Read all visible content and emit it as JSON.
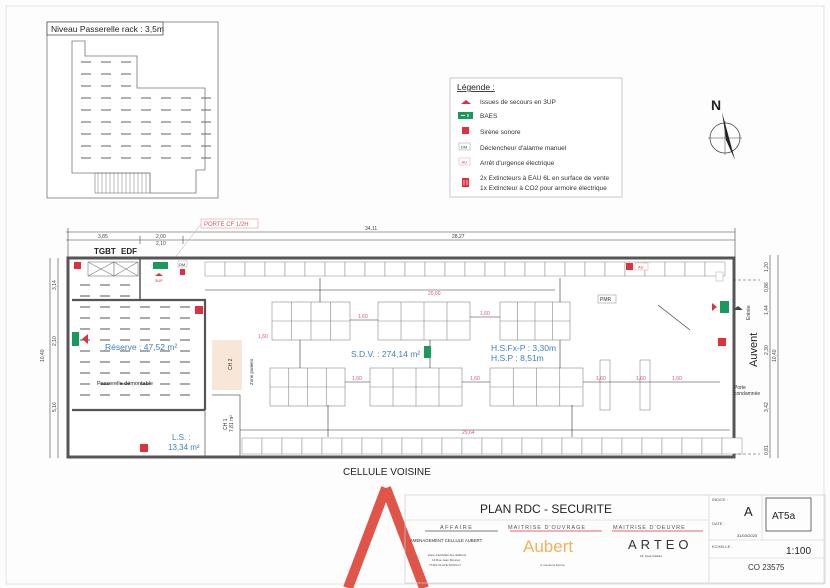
{
  "inset": {
    "title": "Niveau Passerelle rack : 3,5m"
  },
  "legend": {
    "title": "Légende :",
    "items": [
      {
        "icon": "emergency-exit-icon",
        "label": "Issues de secours en 3UP"
      },
      {
        "icon": "baes-icon",
        "label": "BAES"
      },
      {
        "icon": "siren-icon",
        "label": "Sirène sonore"
      },
      {
        "icon": "manual-alarm-icon",
        "icon_text": "DM",
        "label": "Déclencheur d'alarme manuel"
      },
      {
        "icon": "emergency-stop-icon",
        "icon_text": "AU",
        "label": "Arrêt d'urgence électrique"
      },
      {
        "icon": "extinguisher-icon",
        "label": "2x Extincteurs à EAU 6L en surface de vente",
        "label2": "1x Extincteur à CO2 pour armoire électrique"
      }
    ]
  },
  "north": {
    "label": "N"
  },
  "plan": {
    "porte_cf": "PORTE CF 1/2H",
    "tgbt": "TGBT",
    "edf": "EDF",
    "dims": {
      "total": "34,11",
      "left": "3,85",
      "mid_a": "2,00",
      "mid_b": "2,10",
      "main": "28,27",
      "top_aisle": "20,60",
      "bottom_aisle": "29,64",
      "aisle": "1,60",
      "left_h1": "3,14",
      "left_h2": "2,10",
      "left_h3": "5,16",
      "left_total": "10,40",
      "right_1": "1,20",
      "right_2": "0,86",
      "right_3": "1,44",
      "right_4": "2,30",
      "right_5": "3,42",
      "right_6": "0,81",
      "right_total": "10,40"
    },
    "reserve": "Réserve : 47,52 m²",
    "passerelle": "Passerelle démontable",
    "ls_label": "L.S. :",
    "ls_area": "13,34 m²",
    "ch2": "CH 2",
    "ch1": "CH 1",
    "ch1_area": "7,81 m²",
    "zone": "Zone paniers",
    "sdv": "S.D.V. : 274,14 m²",
    "hsfxp": "H.S.Fx-P : 3,30m",
    "hsp": "H.S.P : 8,51m",
    "pmr": "PMR",
    "exit_label": "3UP",
    "entree": "Entrée",
    "auvent": "Auvent",
    "porte_condamnee_1": "Porte",
    "porte_condamnee_2": "condamnée",
    "dm": "DM",
    "au": "AU",
    "cellule_voisine": "CELLULE VOISINE"
  },
  "title_block": {
    "title": "PLAN RDC - SECURITE",
    "affaire_label": "AFFAIRE",
    "affaire": "AMENAGEMENT CELLULE AUBERT",
    "address": [
      "Zone d'activités des Sablons",
      "13 Rue Jean Monnet",
      "77410 CLAYE SOUILLY"
    ],
    "mo_label": "MAITRISE D'OUVRAGE",
    "mo_logo": "Aubert",
    "mo_address": "4, rue de la Ferme",
    "moe_label": "MAITRISE D'OEUVRE",
    "moe_logo": "ARTEO",
    "moe_address": "23, Quai Voltaire",
    "indice_label": "INDICE :",
    "indice": "A",
    "date_label": "DATE :",
    "date": "31/03/2023",
    "echelle_label": "ECHELLE :",
    "echelle": "1:100",
    "sheet": "AT5a",
    "ref": "CO 23575"
  },
  "colors": {
    "wall": "#555555",
    "red": "#e03040",
    "green": "#1a9a5a",
    "blue": "#3f7fc1",
    "dim": "#d05a6a",
    "triangle": "#e05548"
  }
}
